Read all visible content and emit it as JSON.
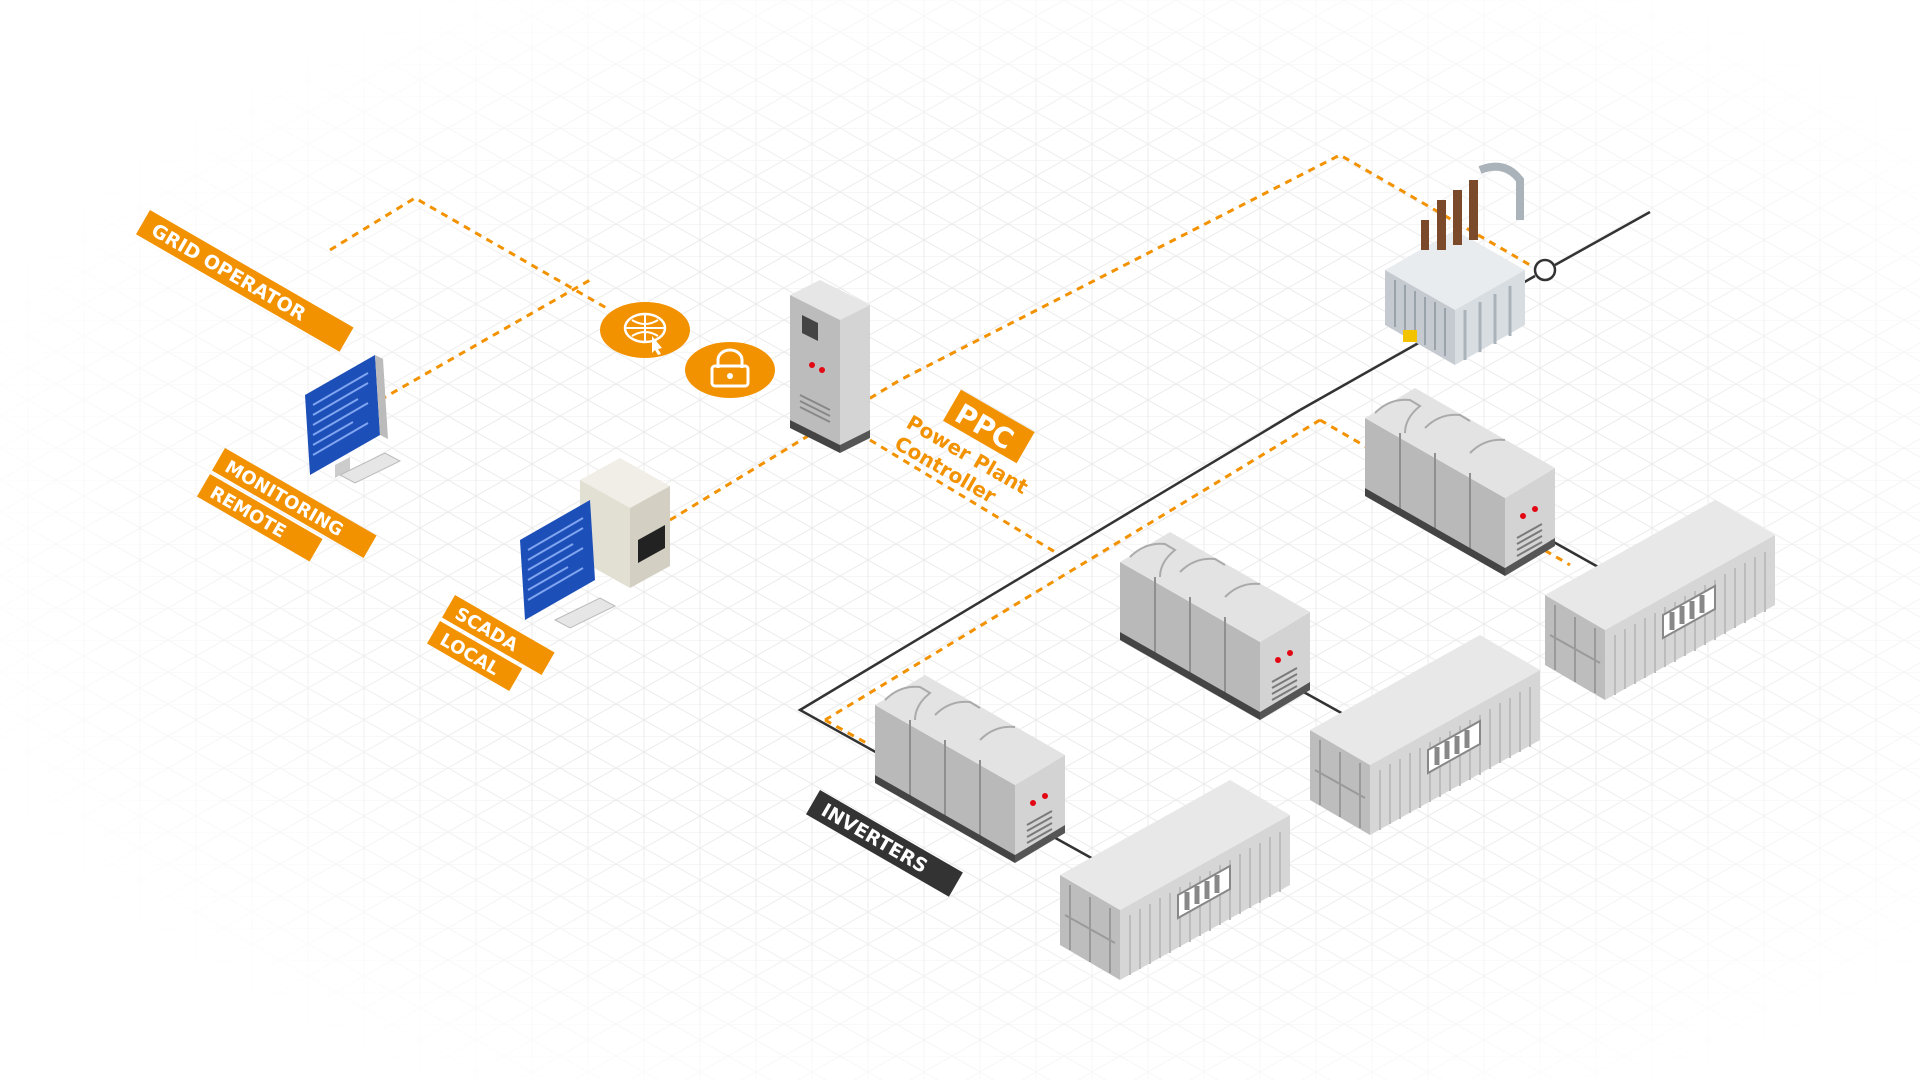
{
  "colors": {
    "accent": "#f39200",
    "dark_label": "#333333",
    "equipment": "#c8c8c8",
    "grid": "#e6e6e6",
    "screen": "#1d4fb8"
  },
  "labels": {
    "grid_operator": "GRID OPERATOR",
    "monitoring": "MONITORING",
    "remote": "REMOTE",
    "scada": "SCADA",
    "local": "LOCAL",
    "ppc": "PPC",
    "ppc_line1": "Power Plant",
    "ppc_line2": "Controller",
    "inverters": "INVERTERS"
  },
  "icons": [
    "globe-cursor-icon",
    "padlock-icon",
    "battery-icon"
  ],
  "equipment": [
    "power-plant-controller-cabinet",
    "transformer",
    "inverter",
    "battery-container",
    "monitoring-computer",
    "scada-computer"
  ]
}
